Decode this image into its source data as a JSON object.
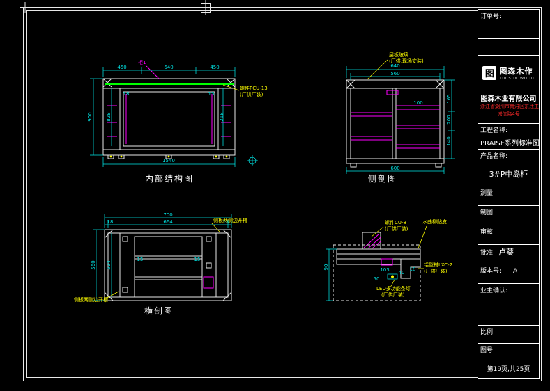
{
  "colors": {
    "background": "#000000",
    "line": "#ffffff",
    "dimension": "#00e5e5",
    "annotation": "#ffff00",
    "highlight": "#00ff00",
    "accent": "#ff00ff",
    "address_red": "#ff2a2a"
  },
  "views": {
    "front": {
      "label": "内部结构图"
    },
    "side": {
      "label": "侧剖图"
    },
    "plan": {
      "label": "横剖图"
    }
  },
  "dims": {
    "front": [
      "450",
      "640",
      "450",
      "1540",
      "900",
      "828",
      "18",
      "15",
      "218"
    ],
    "side": [
      "560",
      "640",
      "165",
      "200",
      "140",
      "600",
      "100"
    ],
    "plan": [
      "700",
      "18",
      "664",
      "18",
      "560",
      "524",
      "15",
      "15"
    ],
    "detail": [
      "90",
      "103",
      "40",
      "18",
      "50"
    ]
  },
  "annotations": {
    "front_part": "柜1",
    "front_screw": [
      "螺件PCU-13",
      "(厂供厂装)"
    ],
    "side_glass": [
      "层板玻璃",
      "(厂供,现场安装)"
    ],
    "plan_groove_top": "侧板两侧边开槽",
    "plan_groove_bottom": "侧板两侧边开槽",
    "detail_screw": [
      "螺件CU-8",
      "(厂供厂装)"
    ],
    "detail_leather": "水曲柳贴皮",
    "detail_profile": [
      "铝型材LXC-2",
      "(厂供厂装)"
    ],
    "detail_led": [
      "LED多功能条灯",
      "(厂供厂装)"
    ]
  },
  "titleblock": {
    "order_label": "订单号:",
    "logo_glyph": "图",
    "logo_name": "图森木作",
    "logo_sub": "TUCSON WOOD",
    "company": "图森木业有限公司",
    "address_line1": "浙江省湖州市南浔区东迁工业园",
    "address_line2": "诚信路4号",
    "project_label": "工程名称:",
    "project_value": "PRAISE系列标准图",
    "product_label": "产品名称:",
    "product_value": "3#P中岛柜",
    "measure_label": "测量:",
    "draft_label": "制图:",
    "review_label": "审核:",
    "approve_label": "批准:",
    "approve_value": "卢葵",
    "version_label": "版本号:",
    "version_value": "A",
    "owner_label": "业主确认:",
    "scale_label": "比例:",
    "drawing_no_label": "图号:",
    "page_info": "第19页,共25页"
  }
}
